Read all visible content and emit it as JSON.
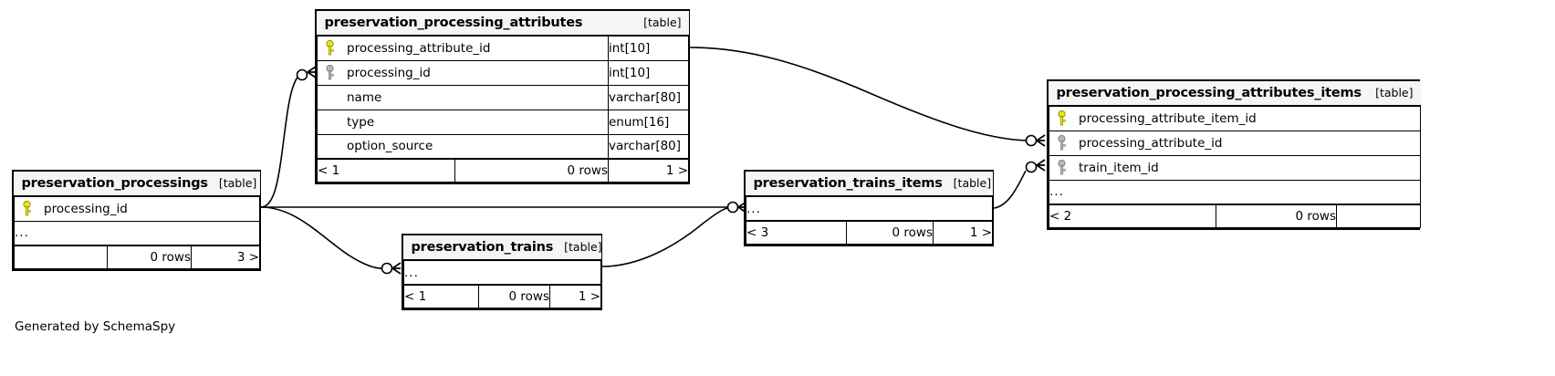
{
  "diagram": {
    "caption": "Generated by SchemaSpy",
    "table_tag": "[table]",
    "ellipsis": "...",
    "colors": {
      "primary_key": "#e8e80c",
      "foreign_key": "#b0b0b0",
      "header_background": "#f5f5f5",
      "border": "#000000",
      "background": "#ffffff"
    }
  },
  "tables": [
    {
      "id": "preservation_processing_attributes",
      "name": "preservation_processing_attributes",
      "tag": "[table]",
      "columns": [
        {
          "name": "processing_attribute_id",
          "type": "int[10]",
          "key": "primary"
        },
        {
          "name": "processing_id",
          "type": "int[10]",
          "key": "foreign"
        },
        {
          "name": "name",
          "type": "varchar[80]",
          "key": "none"
        },
        {
          "name": "type",
          "type": "enum[16]",
          "key": "none"
        },
        {
          "name": "option_source",
          "type": "varchar[80]",
          "key": "none"
        }
      ],
      "footer": {
        "left": "< 1",
        "middle": "0 rows",
        "right": "1 >"
      }
    },
    {
      "id": "preservation_processing_attributes_items",
      "name": "preservation_processing_attributes_items",
      "tag": "[table]",
      "columns": [
        {
          "name": "processing_attribute_item_id",
          "type": "",
          "key": "primary"
        },
        {
          "name": "processing_attribute_id",
          "type": "",
          "key": "foreign"
        },
        {
          "name": "train_item_id",
          "type": "",
          "key": "foreign"
        }
      ],
      "footer": {
        "left": "< 2",
        "middle": "0 rows",
        "right": ""
      }
    },
    {
      "id": "preservation_processings",
      "name": "preservation_processings",
      "tag": "[table]",
      "columns": [
        {
          "name": "processing_id",
          "type": "",
          "key": "primary"
        }
      ],
      "footer": {
        "left": "",
        "middle": "0 rows",
        "right": "3 >"
      }
    },
    {
      "id": "preservation_trains",
      "name": "preservation_trains",
      "tag": "[table]",
      "columns": [],
      "footer": {
        "left": "< 1",
        "middle": "0 rows",
        "right": "1 >"
      }
    },
    {
      "id": "preservation_trains_items",
      "name": "preservation_trains_items",
      "tag": "[table]",
      "columns": [],
      "footer": {
        "left": "< 3",
        "middle": "0 rows",
        "right": "1 >"
      }
    }
  ],
  "relationships": [
    {
      "from": "preservation_processings",
      "to": "preservation_processing_attributes",
      "from_column": "processing_id",
      "to_column": "processing_id"
    },
    {
      "from": "preservation_processing_attributes",
      "to": "preservation_processing_attributes_items",
      "from_column": "processing_attribute_id",
      "to_column": "processing_attribute_id"
    },
    {
      "from": "preservation_trains_items",
      "to": "preservation_processing_attributes_items",
      "from_column": "train_item_id",
      "to_column": "train_item_id"
    },
    {
      "from": "preservation_processings",
      "to": "preservation_trains_items",
      "from_column": "processing_id",
      "to_column": ""
    },
    {
      "from": "preservation_processings",
      "to": "preservation_trains",
      "from_column": "processing_id",
      "to_column": ""
    },
    {
      "from": "preservation_trains",
      "to": "preservation_trains_items",
      "from_column": "",
      "to_column": ""
    }
  ]
}
